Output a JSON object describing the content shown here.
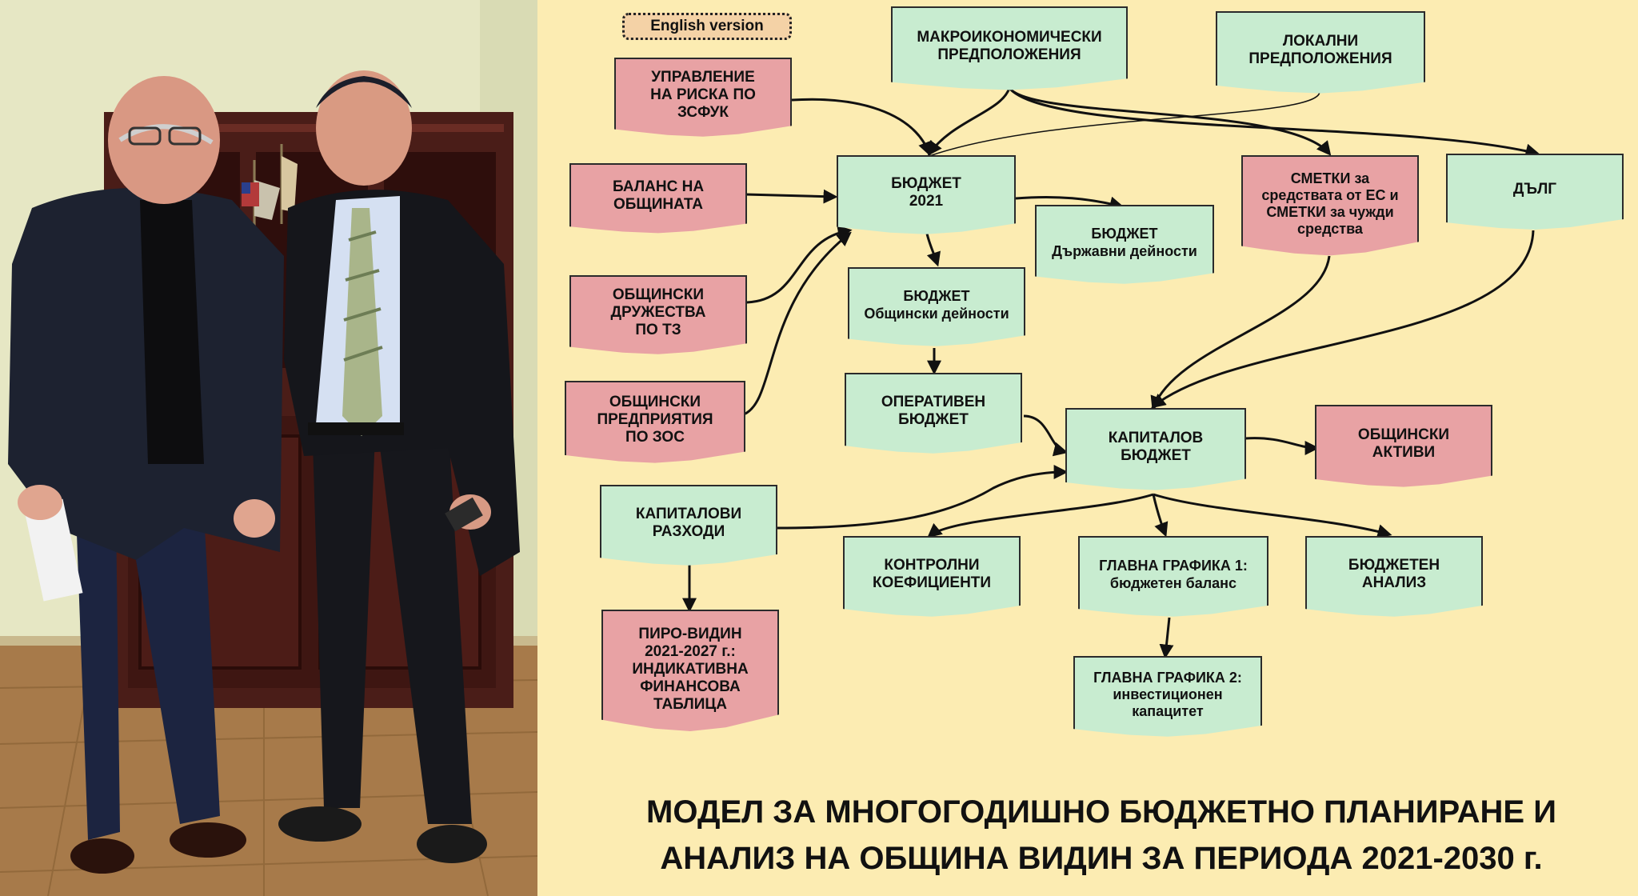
{
  "photo": {
    "description_icons": [
      "person-left",
      "person-right",
      "flag-icon",
      "bookcase",
      "wall"
    ]
  },
  "english_tag": "English version",
  "nodes": {
    "macro": "МАКРОИКОНОМИЧЕСКИ\nПРЕДПОЛОЖЕНИЯ",
    "local": "ЛОКАЛНИ\nПРЕДПОЛОЖЕНИЯ",
    "risk": "УПРАВЛЕНИЕ\nНА РИСКА ПО\nЗСФУК",
    "balance": "БАЛАНС НА\nОБЩИНАТА",
    "budget2021": "БЮДЖЕТ\n2021",
    "eu_accounts": "СМЕТКИ за\nсредствата от ЕС и\nСМЕТКИ за чужди\nсредства",
    "debt": "ДЪЛГ",
    "state_budget": "БЮДЖЕТ\nДържавни дейности",
    "companies": "ОБЩИНСКИ\nДРУЖЕСТВА\nПО ТЗ",
    "municipal_budget": "БЮДЖЕТ\nОбщински дейности",
    "enterprises": "ОБЩИНСКИ\nПРЕДПРИЯТИЯ\nПО ЗОС",
    "operative": "ОПЕРАТИВЕН\nБЮДЖЕТ",
    "capital_budget": "КАПИТАЛОВ\nБЮДЖЕТ",
    "assets": "ОБЩИНСКИ\nАКТИВИ",
    "capex": "КАПИТАЛОВИ\nРАЗХОДИ",
    "control": "КОНТРОЛНИ\nКОЕФИЦИЕНТИ",
    "graph1": "ГЛАВНА ГРАФИКА 1:\nбюджетен баланс",
    "analysis": "БЮДЖЕТЕН\nАНАЛИЗ",
    "piro": "ПИРО-ВИДИН\n2021-2027 г.:\nИНДИКАТИВНА\nФИНАНСОВА\nТАБЛИЦА",
    "graph2": "ГЛАВНА ГРАФИКА 2:\nинвестиционен\nкапацитет"
  },
  "colors": {
    "background": "#fcecb2",
    "green_node": "#c8ecd0",
    "pink_node": "#e8a2a4",
    "edge": "#111111"
  },
  "title": "МОДЕЛ ЗА МНОГОГОДИШНО БЮДЖЕТНО ПЛАНИРАНЕ И\nАНАЛИЗ НА ОБЩИНА ВИДИН ЗА ПЕРИОДА 2021-2030 г."
}
